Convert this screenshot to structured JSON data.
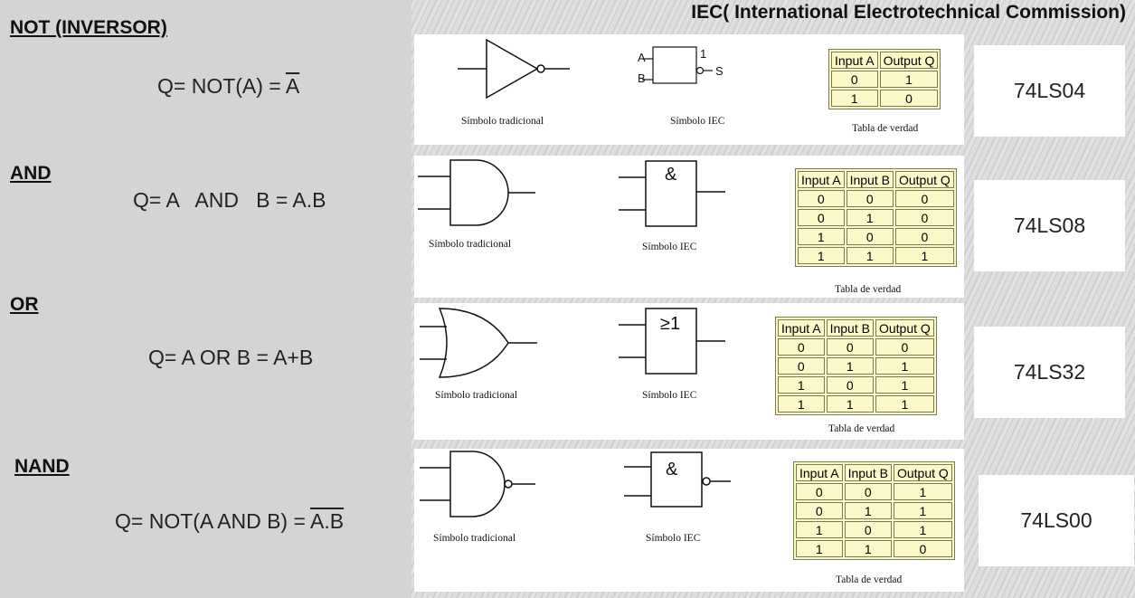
{
  "header": "IEC( International Electrotechnical Commission)",
  "gates": [
    {
      "id": "not",
      "title": "NOT (INVERSOR)",
      "eq_prefix": "Q= NOT(A) = ",
      "eq_over": "A",
      "chip": "74LS04",
      "iec_symbol": "1",
      "iec_inputs": [
        "A",
        "B"
      ],
      "iec_output": "S",
      "caption_traditional": "Símbolo tradicional",
      "caption_iec": "Símbolo IEC",
      "caption_table": "Tabla de verdad",
      "table_headers": [
        "Input A",
        "Output Q"
      ],
      "table_rows": [
        [
          "0",
          "1"
        ],
        [
          "1",
          "0"
        ]
      ]
    },
    {
      "id": "and",
      "title": "AND",
      "eq_prefix": "Q= A   AND   B = A.B",
      "eq_over": "",
      "chip": "74LS08",
      "iec_symbol": "&",
      "caption_traditional": "Símbolo tradicional",
      "caption_iec": "Símbolo IEC",
      "caption_table": "Tabla de verdad",
      "table_headers": [
        "Input A",
        "Input B",
        "Output Q"
      ],
      "table_rows": [
        [
          "0",
          "0",
          "0"
        ],
        [
          "0",
          "1",
          "0"
        ],
        [
          "1",
          "0",
          "0"
        ],
        [
          "1",
          "1",
          "1"
        ]
      ]
    },
    {
      "id": "or",
      "title": "OR",
      "eq_prefix": "Q= A OR B = A+B",
      "eq_over": "",
      "chip": "74LS32",
      "iec_symbol": "≥1",
      "caption_traditional": "Símbolo tradicional",
      "caption_iec": "Símbolo IEC",
      "caption_table": "Tabla de verdad",
      "table_headers": [
        "Input A",
        "Input B",
        "Output Q"
      ],
      "table_rows": [
        [
          "0",
          "0",
          "0"
        ],
        [
          "0",
          "1",
          "1"
        ],
        [
          "1",
          "0",
          "1"
        ],
        [
          "1",
          "1",
          "1"
        ]
      ]
    },
    {
      "id": "nand",
      "title": "NAND",
      "eq_prefix": "Q= NOT(A AND B) = ",
      "eq_over": "A.B",
      "chip": "74LS00",
      "iec_symbol": "&",
      "caption_traditional": "Símbolo tradicional",
      "caption_iec": "Símbolo IEC",
      "caption_table": "Tabla de verdad",
      "table_headers": [
        "Input A",
        "Input B",
        "Output Q"
      ],
      "table_rows": [
        [
          "0",
          "0",
          "1"
        ],
        [
          "0",
          "1",
          "1"
        ],
        [
          "1",
          "0",
          "1"
        ],
        [
          "1",
          "1",
          "0"
        ]
      ]
    }
  ]
}
